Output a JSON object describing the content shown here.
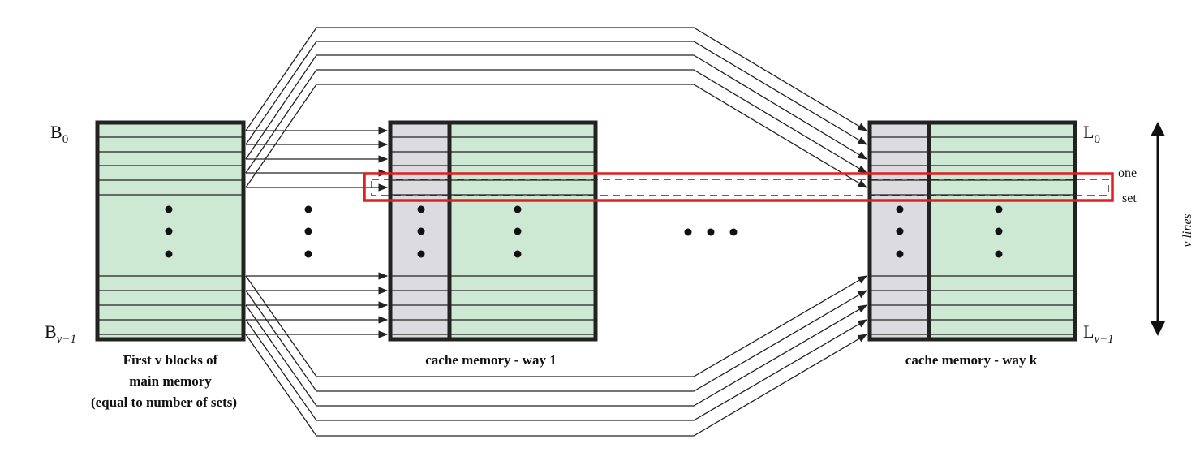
{
  "memory": {
    "top_label_main": "B",
    "top_label_sub": "0",
    "bottom_label_main": "B",
    "bottom_label_sub": "v−1",
    "caption": [
      "First v blocks of",
      "main memory",
      "(equal to number of sets)"
    ]
  },
  "way1": {
    "caption": "cache memory - way 1"
  },
  "wayk": {
    "caption": "cache memory - way k",
    "top_label_main": "L",
    "top_label_sub": "0",
    "bottom_label_main": "L",
    "bottom_label_sub": "v−1"
  },
  "set_label": [
    "one",
    "set"
  ],
  "lines_label": "v lines",
  "colors": {
    "data_fill": "#cde8d3",
    "tag_fill": "#dcdce0",
    "highlight": "#e02020",
    "ink": "#111111"
  }
}
